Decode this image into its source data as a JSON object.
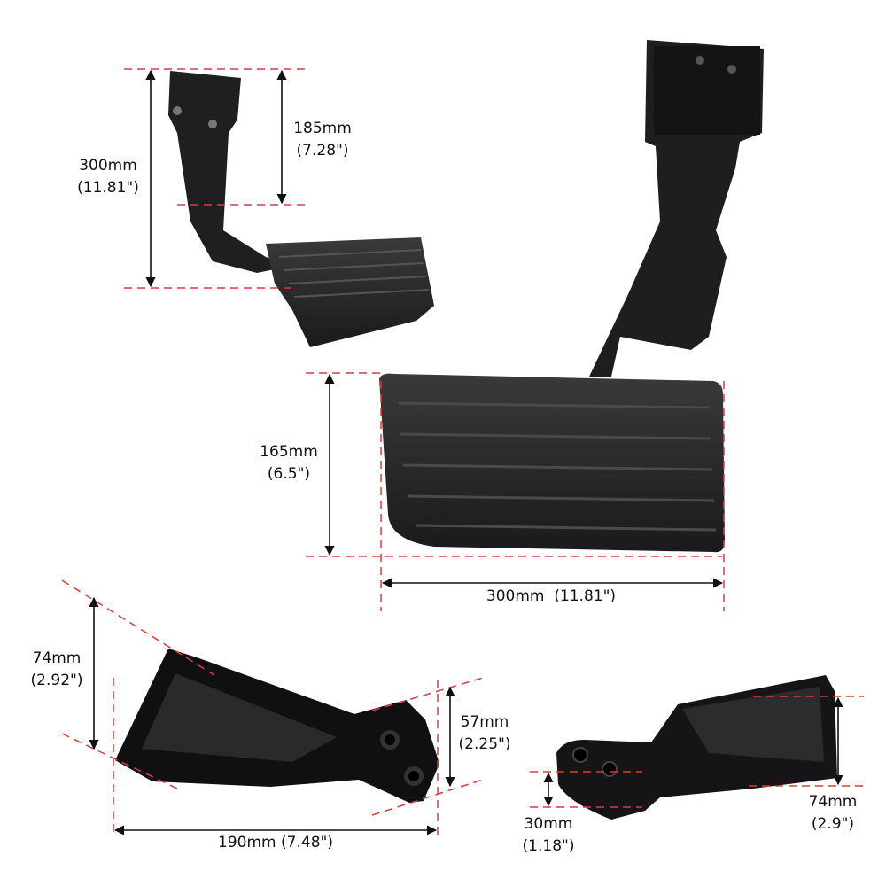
{
  "colors": {
    "dimension_line": "#e03a3a",
    "arrow": "#111111",
    "product": "#1c1c1e"
  },
  "products": [
    {
      "name": "folded-bumper-step",
      "dimensions": [
        {
          "metric": "300mm",
          "imperial": "(11.81\")"
        },
        {
          "metric": "185mm",
          "imperial": "(7.28\")"
        }
      ]
    },
    {
      "name": "bumper-step-pad",
      "dimensions": [
        {
          "metric": "165mm",
          "imperial": "(6.5\")"
        },
        {
          "metric": "300mm",
          "imperial": "(11.81\")"
        }
      ]
    },
    {
      "name": "mounting-bracket-side",
      "dimensions": [
        {
          "metric": "74mm",
          "imperial": "(2.92\")"
        },
        {
          "metric": "57mm",
          "imperial": "(2.25\")"
        },
        {
          "metric": "190mm",
          "imperial": "(7.48\")"
        }
      ]
    },
    {
      "name": "mounting-bracket-end",
      "dimensions": [
        {
          "metric": "30mm",
          "imperial": "(1.18\")"
        },
        {
          "metric": "74mm",
          "imperial": "(2.9\")"
        }
      ]
    }
  ]
}
